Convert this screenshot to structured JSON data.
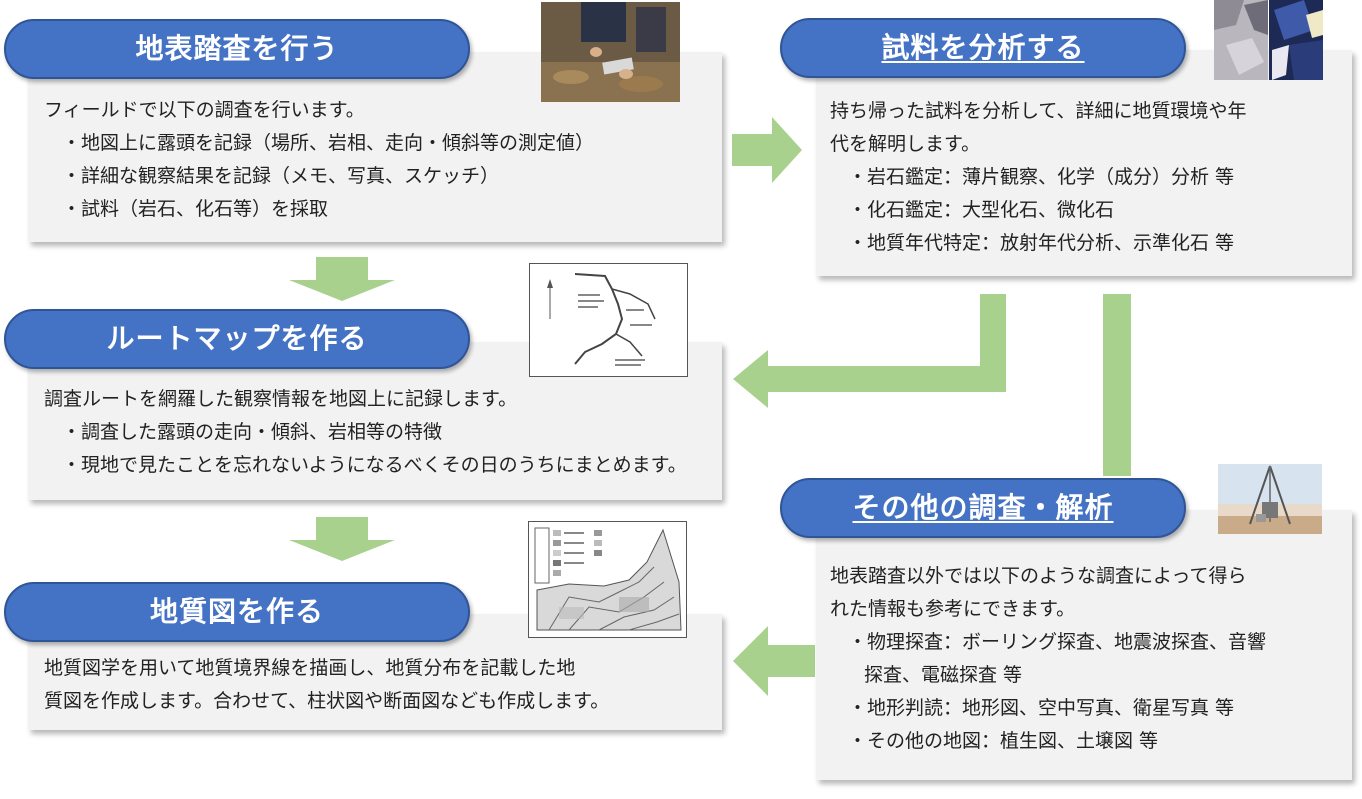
{
  "steps": {
    "field_survey": {
      "title": "地表踏査を行う",
      "lines": [
        "フィールドで以下の調査を行います。",
        "・地図上に露頭を記録（場所、岩相、走向・傾斜等の測定値）",
        "・詳細な観察結果を記録（メモ、写真、スケッチ）",
        "・試料（岩石、化石等）を採取"
      ]
    },
    "route_map": {
      "title": "ルートマップを作る",
      "lines": [
        "調査ルートを網羅した観察情報を地図上に記録します。",
        "・調査した露頭の走向・傾斜、岩相等の特徴",
        "・現地で見たことを忘れないようになるべくその日のうちにまとめます。"
      ]
    },
    "geologic_map": {
      "title": "地質図を作る",
      "lines": [
        "地質図学を用いて地質境界線を描画し、地質分布を記載した地",
        "質図を作成します。合わせて、柱状図や断面図なども作成します。"
      ]
    },
    "sample_analysis": {
      "title": "試料を分析する",
      "lines": [
        "持ち帰った試料を分析して、詳細に地質環境や年",
        "代を解明します。",
        "・岩石鑑定：薄片観察、化学（成分）分析 等",
        "・化石鑑定：大型化石、微化石",
        "・地質年代特定：放射年代分析、示準化石 等"
      ]
    },
    "other_surveys": {
      "title": "その他の調査・解析",
      "lines": [
        "地表踏査以外では以下のような調査によって得ら",
        "れた情報も参考にできます。",
        "・物理探査：ボーリング探査、地震波探査、音響",
        "探査、電磁探査 等",
        "・地形判読：地形図、空中写真、衛星写真 等",
        "・その他の地図：植生図、土壌図 等"
      ]
    }
  },
  "colors": {
    "pill_fill": "#4472c4",
    "pill_border": "#2f5597",
    "arrow": "#a9d18e",
    "box_fill": "#f2f2f2"
  }
}
